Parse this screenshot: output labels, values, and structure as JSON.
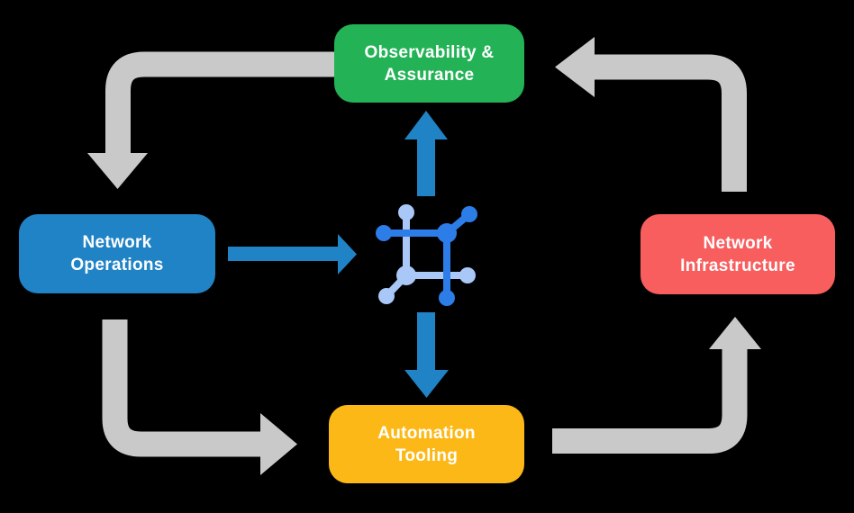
{
  "background": "#000000",
  "colors": {
    "observability_green": "#23b356",
    "operations_blue": "#2083c5",
    "infrastructure_red": "#f85e5e",
    "automation_yellow": "#fcb817",
    "flow_arrow_gray": "#c9c9c9",
    "data_arrow_blue": "#2083c5",
    "icon_dark_blue": "#2d7de8",
    "icon_light_blue": "#a9c8f7",
    "label_text": "#ffffff"
  },
  "nodes": {
    "observability": {
      "line1": "Observability &",
      "line2": "Assurance",
      "color": "#23b356"
    },
    "operations": {
      "line1": "Network",
      "line2": "Operations",
      "color": "#2083c5"
    },
    "infrastructure": {
      "line1": "Network",
      "line2": "Infrastructure",
      "color": "#f85e5e"
    },
    "automation": {
      "line1": "Automation",
      "line2": "Tooling",
      "color": "#fcb817"
    }
  },
  "edges": {
    "cycle": [
      "observability-to-operations",
      "operations-to-automation",
      "automation-to-infrastructure",
      "infrastructure-to-observability"
    ],
    "data_flows": [
      "operations-to-center",
      "center-to-observability",
      "center-to-automation"
    ]
  },
  "icon": {
    "name": "network-mesh-icon"
  }
}
